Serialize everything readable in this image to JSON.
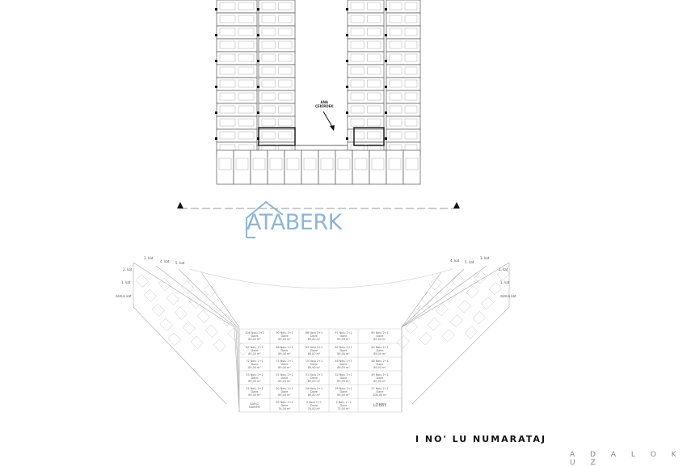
{
  "top_plan": {
    "core_label_line1": "ANA",
    "core_label_line2": "ÇEKİRDEK"
  },
  "watermark": {
    "text": "ATABERK",
    "color": "#8fb6d4"
  },
  "floor_labels_left": [
    "2. kat",
    "1. kat",
    "zemin kat"
  ],
  "floor_labels_right": [
    "2. kat",
    "1. kat",
    "zemin kat"
  ],
  "wing_labels_left": [
    "3. kat",
    "4. kat",
    "5. kat"
  ],
  "wing_labels_right": [
    "4. kat",
    "5. kat",
    "3. kat"
  ],
  "grid": [
    [
      [
        "106 Nolu 2+1",
        "Daire",
        "89,00 m²"
      ],
      [
        "90 Nolu 2+1",
        "Daire",
        "89,00 m²"
      ],
      [
        "68 Nolu 2+1",
        "Daire",
        "89,00 m²"
      ],
      [
        "91 Nolu 2+1",
        "Daire",
        "89,00 m²"
      ],
      [
        "80 Nolu 2+1",
        "Daire",
        "89,00 m²"
      ]
    ],
    [
      [
        "87 Nolu 2+1",
        "Daire",
        "89,00 m²"
      ],
      [
        "88 Nolu 2+1",
        "Daire",
        "89,00 m²"
      ],
      [
        "63 Nolu 2+1",
        "Daire",
        "89,00 m²"
      ],
      [
        "64 Nolu 2+1",
        "Daire",
        "89,00 m²"
      ],
      [
        "83 Nolu 2+1",
        "Daire",
        "89,00 m²"
      ]
    ],
    [
      [
        "72 Nolu 2+1",
        "Daire",
        "89,00 m²"
      ],
      [
        "71 Nolu 2+1",
        "Daire",
        "89,00 m²"
      ],
      [
        "19 Nolu 2+1",
        "Daire",
        "89,00 m²"
      ],
      [
        "46 Nolu 2+1",
        "Daire",
        "89,00 m²"
      ],
      [
        "48 Nolu 2+1",
        "Daire",
        "89,00 m²"
      ]
    ],
    [
      [
        "53 Nolu 2+1",
        "Daire",
        "89,00 m²"
      ],
      [
        "52 Nolu 2+1",
        "Daire",
        "89,00 m²"
      ],
      [
        "51 Nolu 2+1",
        "Daire",
        "89,00 m²"
      ],
      [
        "32 Nolu 2+1",
        "Daire",
        "89,00 m²"
      ],
      [
        "49 Nolu 2+1",
        "Daire",
        "89,00 m²"
      ]
    ],
    [
      [
        "31 Nolu 2+1",
        "Daire",
        "89,00 m²"
      ],
      [
        "30 Nolu 2+1",
        "Daire",
        "89,00 m²"
      ],
      [
        "29 Nolu 2+1",
        "Daire",
        "89,00 m²"
      ],
      [
        "28 Nolu 2+1",
        "Daire",
        "89,00 m²"
      ],
      [
        "27 Nolu 2+1",
        "Daire",
        "108,00 m²"
      ]
    ],
    [
      [
        "KAPICI",
        "DAIRESI",
        ""
      ],
      [
        "99 Nolu 2+1",
        "Daire",
        "74,00 m²"
      ],
      [
        "9 Nolu 1+1",
        "Daire",
        "74,00 m²"
      ],
      [
        "3 Nolu 1+1",
        "Daire",
        "73,00 m²"
      ],
      [
        "LOBBY",
        "",
        ""
      ]
    ]
  ],
  "title": "I NO' LU NUMARATAJ",
  "brand": "A D A L O K U Z"
}
